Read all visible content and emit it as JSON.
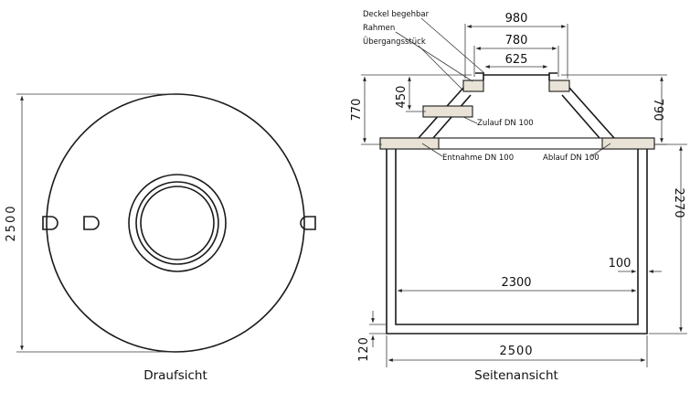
{
  "captions": {
    "top_view": "Draufsicht",
    "side_view": "Seitenansicht"
  },
  "top_view": {
    "diameter": "2500"
  },
  "labels": {
    "cover": "Deckel begehbar",
    "frame": "Rahmen",
    "transition": "Übergangsstück",
    "inlet": "Zulauf DN 100",
    "extraction": "Entnahme DN 100",
    "outlet": "Ablauf DN 100"
  },
  "dims": {
    "d980": "980",
    "d780": "780",
    "d625": "625",
    "d450": "450",
    "d770": "770",
    "d790": "790",
    "d2270": "2270",
    "d100": "100",
    "d2300": "2300",
    "d2500": "2500",
    "d120": "120"
  }
}
